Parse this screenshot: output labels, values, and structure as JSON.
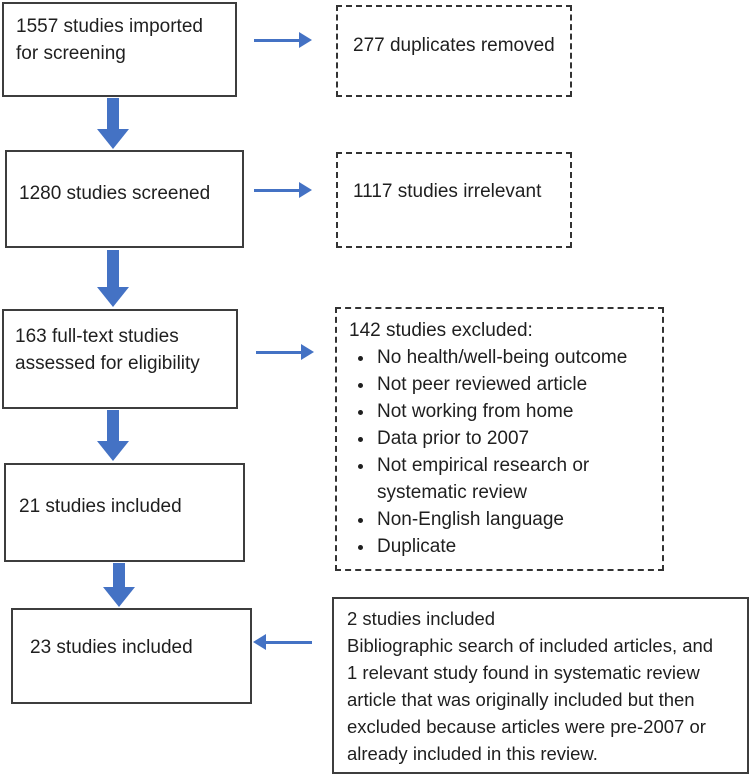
{
  "flowchart": {
    "nodes": {
      "imported": {
        "lines": [
          "1557 studies imported",
          "for screening"
        ]
      },
      "duplicates": {
        "text": "277 duplicates removed"
      },
      "screened": {
        "text": "1280 studies screened"
      },
      "irrelevant": {
        "text": "1117 studies irrelevant"
      },
      "fulltext": {
        "lines": [
          "163 full-text studies",
          "assessed for eligibility"
        ]
      },
      "excluded": {
        "heading": "142 studies excluded:",
        "reasons": [
          "No health/well-being outcome",
          "Not peer reviewed article",
          "Not working from home",
          "Data prior to 2007",
          "Not empirical research or systematic review",
          "Non-English language",
          "Duplicate"
        ]
      },
      "included_initial": {
        "text": "21 studies included"
      },
      "included_final": {
        "text": "23 studies included"
      },
      "additional_inclusion": {
        "lines": [
          "2 studies included",
          "Bibliographic search of included articles, and",
          "1 relevant study found in systematic review",
          "article that was originally included but then",
          "excluded because articles were pre-2007 or",
          "already included in this review."
        ]
      }
    },
    "colors": {
      "arrow": "#4472C4",
      "solid_border": "#3d3d3d",
      "dashed_border": "#333333",
      "text": "#1f1f1f"
    }
  }
}
